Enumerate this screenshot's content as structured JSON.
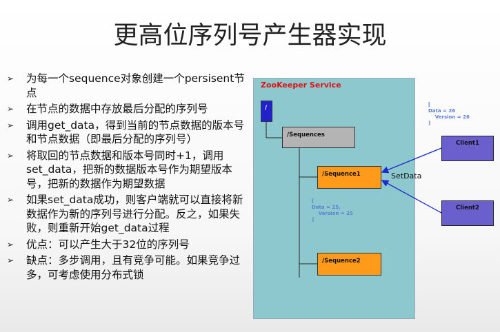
{
  "title": "更高位序列号产生器实现",
  "bullets": [
    "为每一个sequence对象创建一个persisent节点",
    "在节点的数据中存放最后分配的序列号",
    "调用get_data，得到当前的节点数据的版本号和节点数据（即最后分配的序列号）",
    "将取回的节点数据和版本号同时+1，调用set_data，把新的数据版本号作为期望版本号，把新的数据作为期望数据",
    "如果set_data成功，则客户端就可以直接将新数据作为新的序列号进行分配。反之，如果失败，则重新开始get_data过程",
    "优点：可以产生大于32位的序列号",
    "缺点：多步调用，且有竞争可能。如果竞争过多，可考虑使用分布式锁"
  ],
  "bullet_marker": "➢",
  "diagram": {
    "service_label": "ZooKeeper Service",
    "root_node": "/",
    "sequences_node": "/Sequences",
    "sequence1_node": "/Sequence1",
    "sequence2_node": "/Sequence2",
    "client1": "Client1",
    "client2": "Client2",
    "setdata_label": "SetData",
    "note_top": "[\nData = 26\n    Version = 26\n]",
    "note_mid": "[\nData = 25,\n    Version = 25\n]"
  },
  "colors": {
    "service_bg": "#8ec8cf",
    "service_label": "#e01010",
    "root_node": "#2222cc",
    "sequences_node": "#b4b4b4",
    "sequence_nodes": "#ff9a1a",
    "clients": "#6a5fcc",
    "arrows": "#1a2ad0",
    "notes": "#5b7fd6"
  }
}
